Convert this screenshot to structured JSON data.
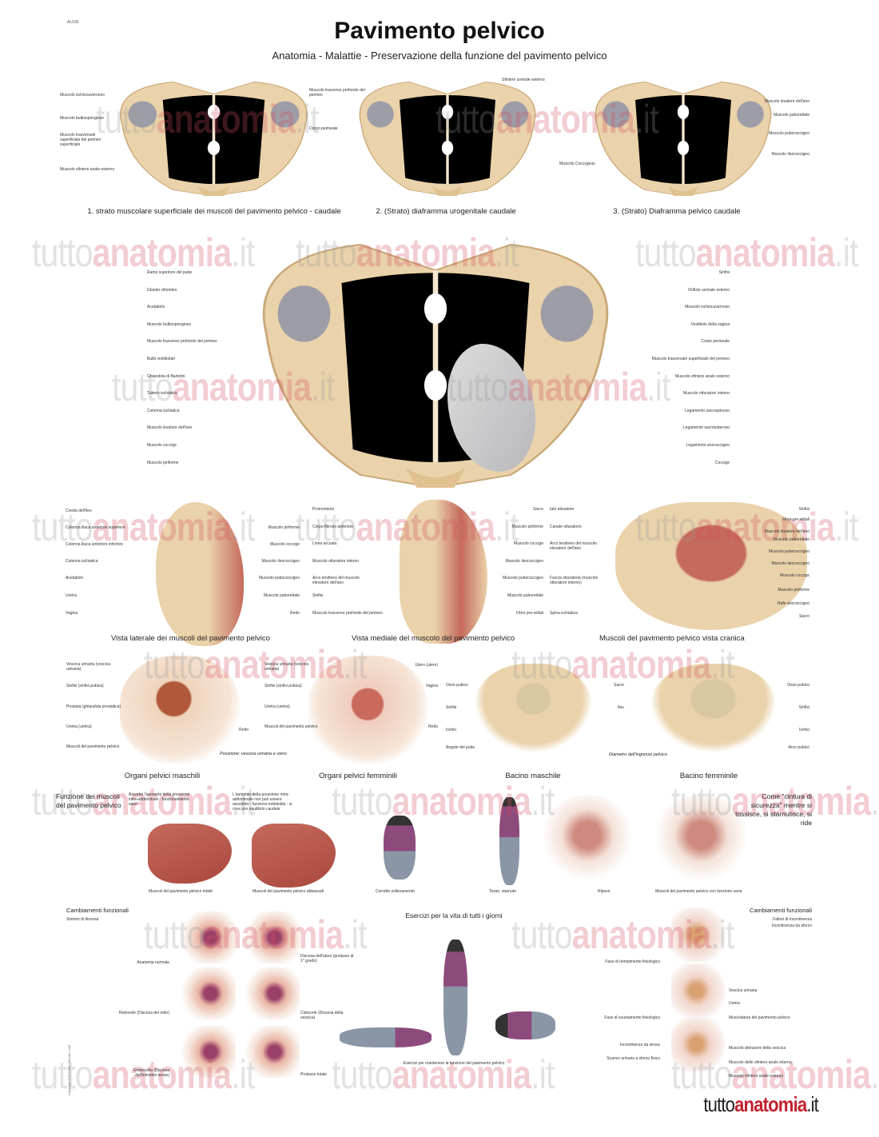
{
  "header": {
    "code": "AL536",
    "title": "Pavimento pelvico",
    "subtitle": "Anatomia - Malattie - Preservazione della funzione del pavimento pelvico"
  },
  "watermark": {
    "part1": "tutto",
    "part2": "anatomia",
    "part3": ".it"
  },
  "captions": {
    "top1": "1. strato muscolare superficiale dei muscoli del pavimento pelvico - caudale",
    "top2": "2. (Strato) diaframma urogenitale caudale",
    "top3": "3. (Strato) Diaframma pelvico caudale",
    "lateral": "Vista laterale dei muscoli del pavimento pelvico",
    "medial": "Vista mediale del muscolo del pavimento pelvico",
    "cranial": "Muscoli del pavimento pelvico vista cranica",
    "male_organs": "Organi pelvici maschili",
    "female_organs": "Organi pelvici femminili",
    "male_pelvis": "Bacino maschile",
    "female_pelvis": "Bacino femminile",
    "position_note": "Posizione: vescica urinaria e utero",
    "diameter_note": "Diametro dell'ingresso pelvico"
  },
  "function": {
    "heading": "Funzione dei muscoli del pavimento pelvico",
    "healthy_note": "Assorbe l'aumento della pressione intra-addominale - funzionalmente sano",
    "weak_note": "L'aumento della pressione intra-addominale non può essere assorbito - funzione indebolita - si crea uno squilibrio caudale",
    "belt_note": "Come \"cintura di sicurezza\" mentre si tossisce, si starnutisce, si ride",
    "captions": [
      "Muscoli del pavimento pelvico intatti",
      "Muscoli del pavimento pelvico abbassati",
      "Corretto sollevamento",
      "Tosse, starnuto",
      "Riposo",
      "Muscoli del pavimento pelvico con funzione sana"
    ]
  },
  "bottom": {
    "left_heading": "Cambiamenti funzionali",
    "left_sub": "Sintomi di discesa",
    "center_heading": "Esercizi per la vita di tutti i giorni",
    "center_caption": "Esercizi per mantenere la funzione del pavimento pelvico",
    "right_heading": "Cambiamenti funzionali",
    "right_sub1": "Fattori di incontinenza",
    "right_sub2": "Incontinenza da sforzo"
  },
  "labels": {
    "top1": [
      "Muscolo ischiocavernoso",
      "Muscolo bulbospongioso",
      "Muscolo trasversale superficiale del perineo superficiale",
      "Muscolo sfintere anale esterno"
    ],
    "top2": [
      "Muscolo trasverso profondo del perineo",
      "Corpo perineale",
      "Sfintere uretrale esterno"
    ],
    "top3": [
      "Muscolo levatore dell'ano",
      "Muscolo puborettale",
      "Muscolo pubococcigeo",
      "Muscolo ileococcigeo",
      "Muscolo Coccygeus"
    ],
    "main_left": [
      "Ramo superiore del pube",
      "Glande clitorideo",
      "Acetabolo",
      "Muscolo bulbospongioso",
      "Muscolo trasverso profondo del perineo",
      "Bulbi vestibolari",
      "Ghiandola di Bartolini",
      "Tubero ischiatico",
      "Colonna ischiatica",
      "Muscolo levatore dell'ano",
      "Muscolo coccige",
      "Muscolo piriforme"
    ],
    "main_right": [
      "Sinfisi",
      "Orifizio uretrale esterno",
      "Muscolo ischiocavernoso",
      "Vestibolo della vagina",
      "Corpo perineale",
      "Muscolo trasversale superficiale del perineo",
      "Muscolo sfintere anale esterno",
      "Muscolo otturatore interno",
      "Legamento sacrospinoso",
      "Legamento sacrotuberoso",
      "Legamento anococcigeo",
      "Coccige"
    ],
    "lat_left": [
      "Cresta dell'ileo",
      "Colonna iliaca anteriore superiore",
      "Colonna iliaca anteriore inferiore",
      "Colonna ischiatica",
      "Acetabolo",
      "Uretra",
      "Vagina"
    ],
    "lat_right": [
      "Muscolo piriforme",
      "Muscolo coccige",
      "Muscolo ileococcigeo",
      "Muscolo pubococcigeo",
      "Muscolo puborettale",
      "Retto"
    ],
    "med_left": [
      "Promontorio",
      "Corpo fibroso anteriore",
      "Linea arcuata",
      "Muscolo otturatore interno",
      "Arco tendineo del muscolo elevatore dell'ano",
      "Sinfisi",
      "Muscolo trasverso profondo del perineo"
    ],
    "med_right": [
      "Sacro",
      "Muscolo piriforme",
      "Muscolo coccige",
      "Muscolo ileococcigeo",
      "Muscolo pubococcigeo",
      "Muscolo puborettale",
      "Fibre pre-rettali"
    ],
    "cra_left": [
      "Iato elevatore",
      "Canale otturatorio",
      "Arco tendineo del muscolo elevatore dell'ano",
      "Fascia otturatoria (muscolo otturatore interno)",
      "Spina ischiatica"
    ],
    "cra_right": [
      "Sinfisi",
      "Fibre pre-rettali",
      "Muscolo levatore dell'ano",
      "Muscolo puborettale",
      "Muscolo pubococcigeo",
      "Muscolo ileococcigeo",
      "Muscolo coccige",
      "Muscolo piriforme",
      "Rafe anococcigeo",
      "Sacro"
    ],
    "male_org": [
      "Vescica urinaria (vescica urinaria)",
      "Sinfisi (sinfisi pubica)",
      "Prostata (ghiandola prostatica)",
      "Uretra (uretra)",
      "Muscoli del pavimento pelvico",
      "Retto"
    ],
    "female_org": [
      "Vescica urinaria (vescica urinaria)",
      "Sinfisi (sinfisi pubica)",
      "Uretra (uretra)",
      "Muscoli del pavimento pelvico",
      "Utero (utero)",
      "Vagina",
      "Retto"
    ],
    "male_pel": [
      "Osso pubico",
      "Sinfisi",
      "Ischio",
      "Angolo del pube",
      "Sacro",
      "Ileo"
    ],
    "female_pel": [
      "Osso pubico",
      "Sinfisi",
      "Ischio",
      "Arco pubico"
    ],
    "descent": [
      "Anatomia normale",
      "Discesa dell'utero (prolasso di 1° grado)",
      "Rettocele (Discesa del retto)",
      "Cistocele (Discesa della vescica)",
      "Enterocele (Discesa dell'intestino tenue)",
      "Prolasso totale"
    ],
    "incont_left": [
      "Fase di riempimento fisiologico",
      "Fase di svuotamento fisiologico",
      "Incontinenza da stress",
      "Scarico urinario a sforzo fisico"
    ],
    "incont_right": [
      "Vescica urinaria",
      "Uretra",
      "Muscolatura del pavimento pelvico",
      "Muscolo detrusore della vescica",
      "Muscolo dello sfintere anale interno",
      "Muscolo sfintere anale esterno"
    ]
  },
  "footer": {
    "logo_part1": "tutto",
    "logo_part2": "anatomia",
    "logo_part3": ".it",
    "copyright": "Copyright 2021 Ehlen-Zimmer, Lauf"
  },
  "colors": {
    "bone": "#ead2aa",
    "muscle": "#c56a5c",
    "grey_muscle": "#8c8784",
    "accent": "#c0222e",
    "watermark_pink": "#d4505e"
  }
}
